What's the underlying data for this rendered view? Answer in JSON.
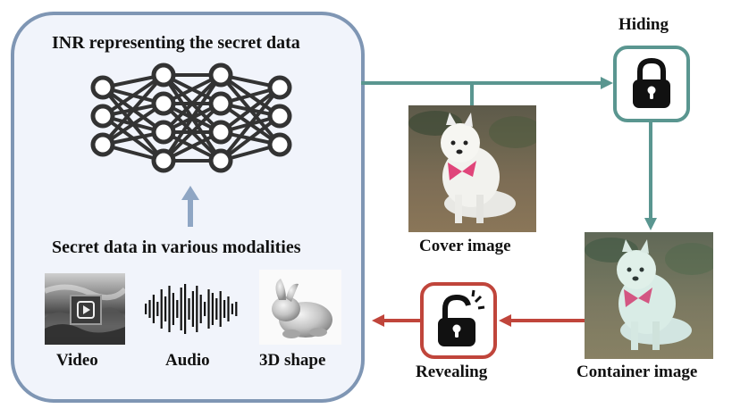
{
  "panel": {
    "title": "INR representing the secret data",
    "modalities_heading": "Secret data in various modalities",
    "modalities": [
      "Video",
      "Audio",
      "3D shape"
    ]
  },
  "nodes": {
    "cover": "Cover image",
    "hiding": "Hiding",
    "container": "Container image",
    "revealing": "Revealing"
  },
  "icons": {
    "hiding": "lock-closed-icon",
    "revealing": "lock-open-icon",
    "video": "play-icon",
    "audio": "waveform-icon",
    "shape": "bunny-icon"
  },
  "colors": {
    "hiding_path": "#5a9690",
    "revealing_path": "#c0453b",
    "panel_border": "#7f96b4",
    "panel_fill": "#f1f4fb",
    "network": "#333333",
    "up_arrow": "#8fa6c4"
  }
}
